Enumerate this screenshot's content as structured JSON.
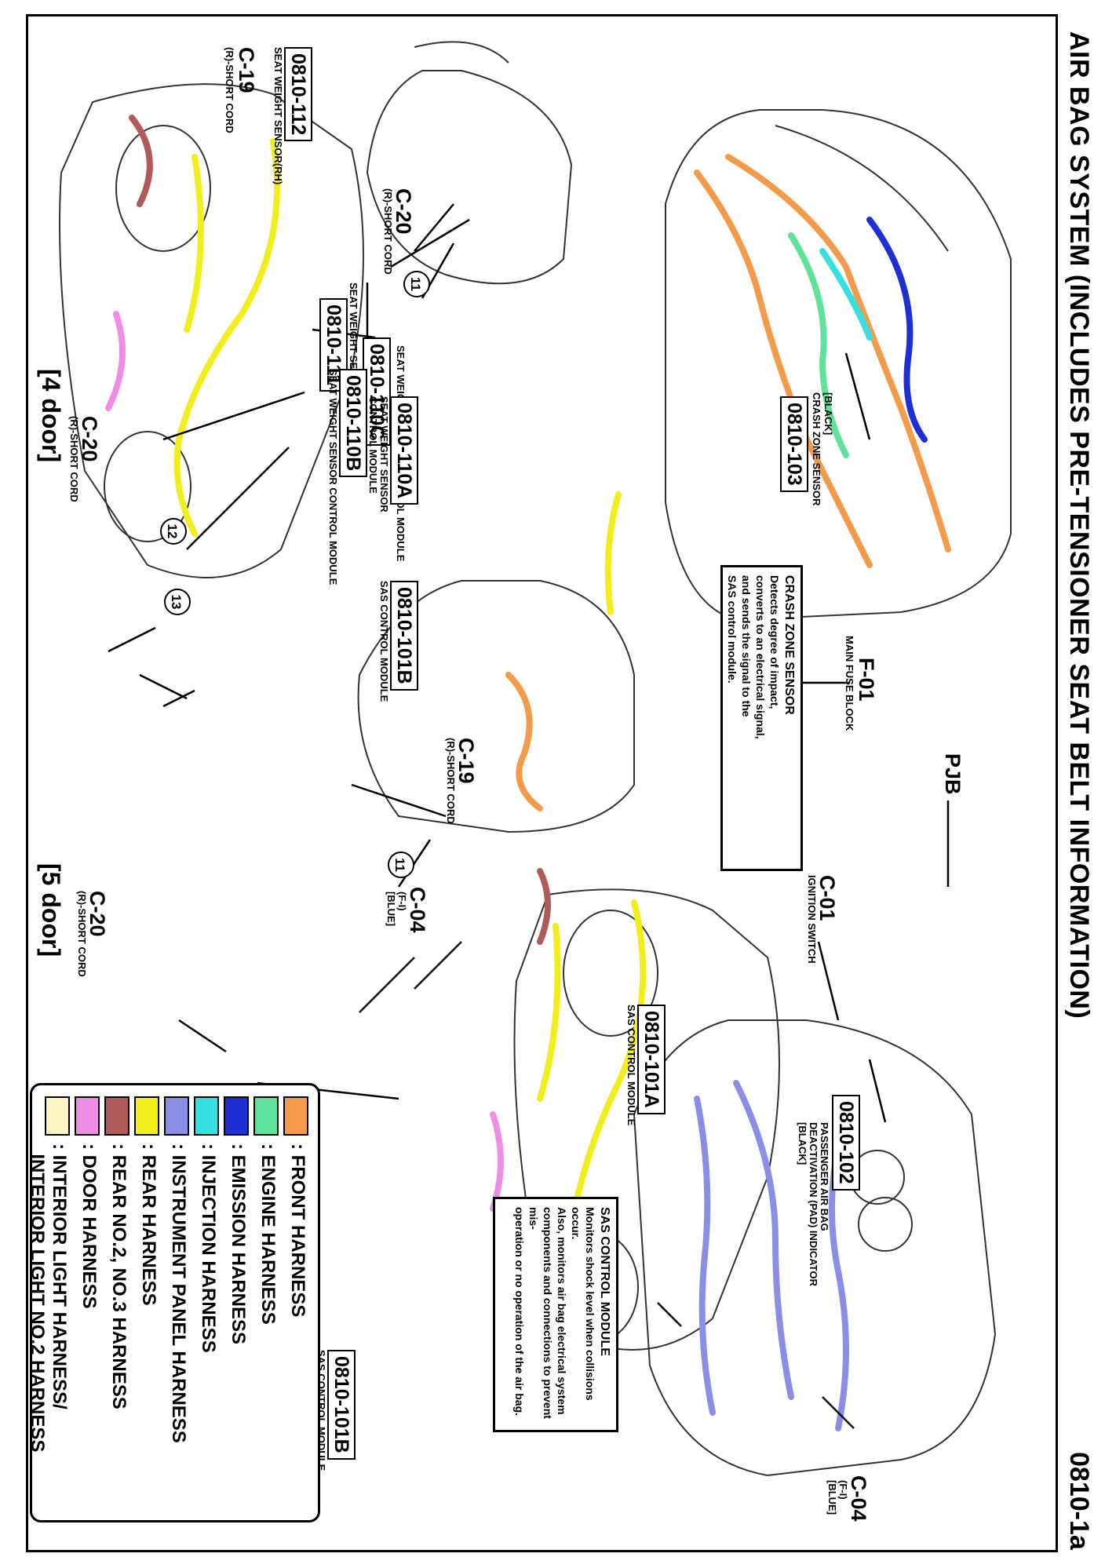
{
  "header": {
    "title": "AIR BAG SYSTEM (INCLUDES PRE-TENSIONER SEAT BELT INFORMATION)",
    "page_id": "0810-1a"
  },
  "crash_zone_box": {
    "heading": "CRASH ZONE SENSOR",
    "lines": [
      "Detects degree of impact,",
      "converts to an electrical signal,",
      "and sends the signal to the",
      "SAS control module."
    ]
  },
  "sas_box": {
    "heading": "SAS CONTROL MODULE",
    "lines": [
      "Monitors shock level when collisions occur.",
      "Also, monitors air bag electrical system",
      "components and connections to prevent mis-",
      "operation or no operation of the air bag."
    ]
  },
  "components": {
    "c0810_103": {
      "code": "0810-103",
      "label1": "[BLACK]",
      "label2": "CRASH ZONE SENSOR"
    },
    "f01": {
      "code": "F-01",
      "label": "MAIN FUSE BLOCK"
    },
    "c01": {
      "code": "C-01",
      "label": "IGNITION SWITCH"
    },
    "pjb": {
      "code": "PJB"
    },
    "c04_mid": {
      "code": "C-04",
      "label1": "(F-I)",
      "label2": "[BLUE]"
    },
    "c04_right": {
      "code": "C-04",
      "label1": "(F-I)",
      "label2": "[BLUE]"
    },
    "c0810_102": {
      "code": "0810-102",
      "label1": "PASSENGER AIR BAG",
      "label2": "DEACTIVATION (PAD) INDICATOR",
      "label3": "[BLACK]"
    },
    "c0810_101a": {
      "code": "0810-101A",
      "label": "SAS CONTROL MODULE"
    },
    "c0810_101b_top": {
      "code": "0810-101B",
      "label": "SAS CONTROL MODULE"
    },
    "c0810_101b_bottom": {
      "code": "0810-101B",
      "label": "SAS CONTROL MODULE"
    },
    "c0810_112": {
      "code": "0810-112",
      "label": "SEAT WEIGHT SENSOR(RH)"
    },
    "c0810_111": {
      "code": "0810-111",
      "label": "SEAT WEIGHT SENSOR(LH)"
    },
    "c0810_110c": {
      "code": "0810-110C",
      "label": "SEAT WEIGHT SENSOR CONTROL MODULE"
    },
    "c0810_110b": {
      "code": "0810-110B",
      "label": "SEAT WEIGHT SENSOR CONTROL MODULE"
    },
    "c0810_110a": {
      "code": "0810-110A",
      "label1": "SEAT WEIGHT SENSOR",
      "label2": "CONTROL MODULE"
    },
    "c19_4door": {
      "code": "C-19",
      "label": "(R)-SHORT CORD"
    },
    "c20_seat": {
      "code": "C-20",
      "label": "(R)-SHORT CORD"
    },
    "c20_4door": {
      "code": "C-20",
      "label": "(R)-SHORT CORD"
    },
    "c19_5door": {
      "code": "C-19",
      "label": "(R)-SHORT CORD"
    },
    "c20_5door": {
      "code": "C-20",
      "label": "(R)-SHORT CORD"
    }
  },
  "circles": {
    "n11a": "11",
    "n12a": "12",
    "n13": "13",
    "n11b": "11",
    "n12b": "12"
  },
  "variants": {
    "four_door": "[4 door]",
    "five_door": "[5 door]"
  },
  "legend": [
    {
      "color": "#f39b4a",
      "label": ": FRONT HARNESS"
    },
    {
      "color": "#5fe29a",
      "label": ": ENGINE HARNESS"
    },
    {
      "color": "#1f2fd6",
      "label": ": EMISSION HARNESS"
    },
    {
      "color": "#37e0e0",
      "label": ": INJECTION HARNESS"
    },
    {
      "color": "#8c8ee6",
      "label": ": INSTRUMENT PANEL HARNESS"
    },
    {
      "color": "#f2ee1c",
      "label": ": REAR HARNESS"
    },
    {
      "color": "#b05a5a",
      "label": ": REAR NO.2, NO.3 HARNESS"
    },
    {
      "color": "#ee8ee6",
      "label": ": DOOR HARNESS"
    },
    {
      "color": "#fbf6bf",
      "label": ": INTERIOR LIGHT HARNESS/\n  INTERIOR LIGHT NO.2 HARNESS"
    }
  ]
}
